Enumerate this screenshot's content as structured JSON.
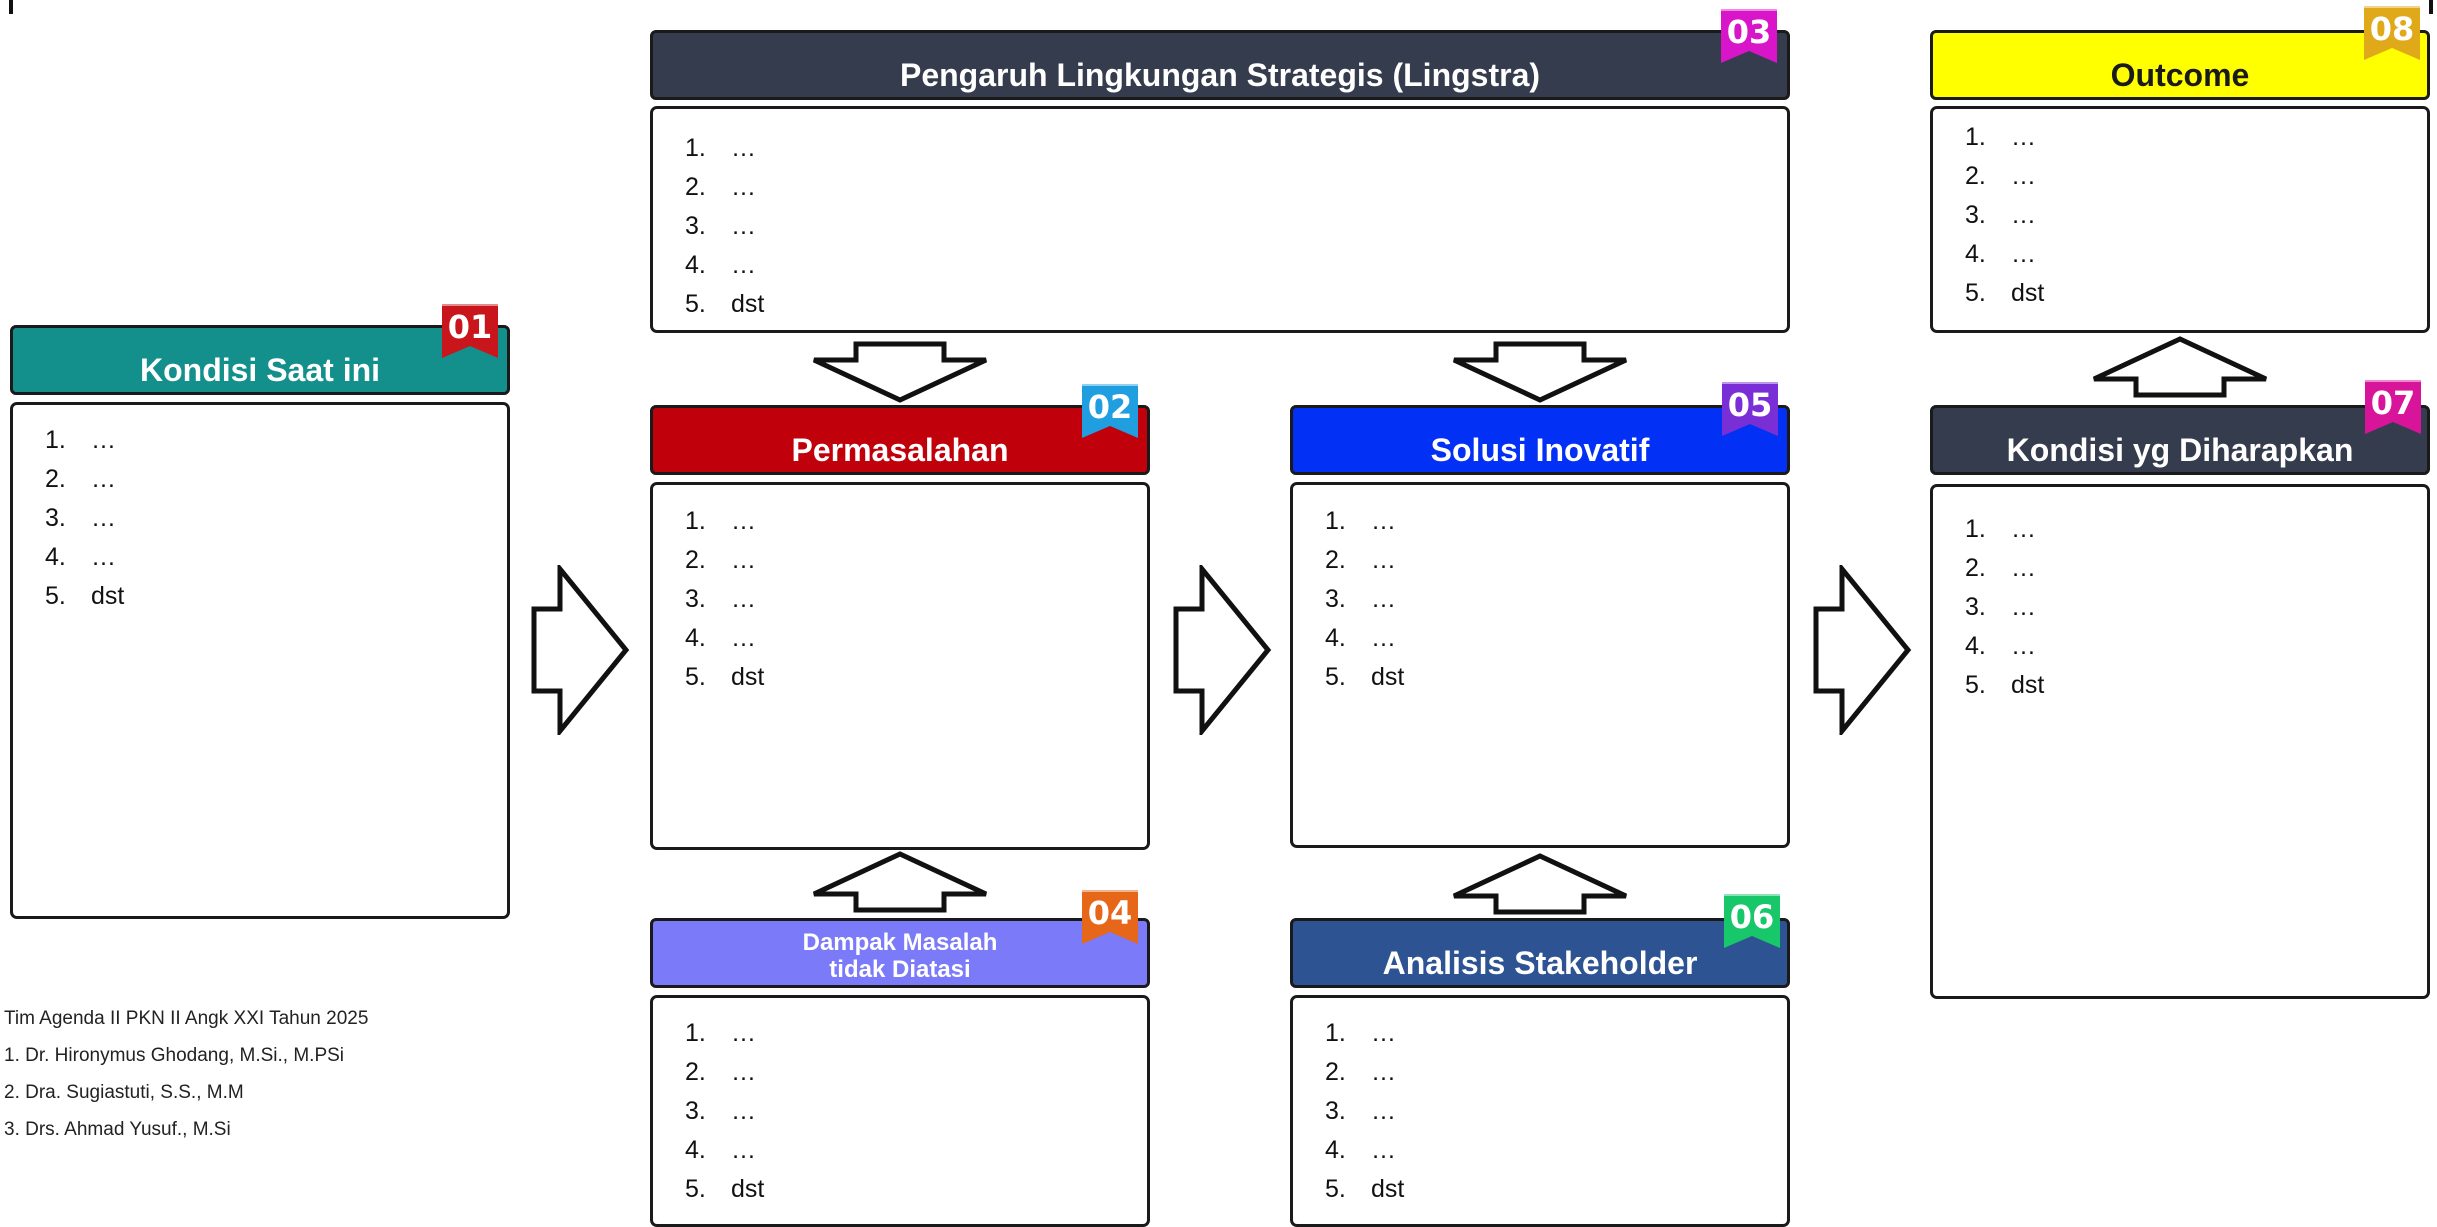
{
  "colors": {
    "kondisi": "#138f8c",
    "lingstra": "#353c4d",
    "permasalahan": "#c0000b",
    "solusi": "#0330f5",
    "dampak": "#7b7bfa",
    "stakeholder": "#2e5393",
    "kondisi_harapan": "#353c4d",
    "outcome": "#ffff00"
  },
  "sections": {
    "kondisi": {
      "title": "Kondisi Saat ini",
      "badge": "01",
      "badge_color": "#c9151c",
      "items": [
        {
          "num": "1.",
          "text": "…"
        },
        {
          "num": "2.",
          "text": "…"
        },
        {
          "num": "3.",
          "text": "…"
        },
        {
          "num": "4.",
          "text": "…"
        },
        {
          "num": "5.",
          "text": "dst"
        }
      ]
    },
    "permasalahan": {
      "title": "Permasalahan",
      "badge": "02",
      "badge_color": "#1f9ee0",
      "items": [
        {
          "num": "1.",
          "text": "…"
        },
        {
          "num": "2.",
          "text": "…"
        },
        {
          "num": "3.",
          "text": "…"
        },
        {
          "num": "4.",
          "text": "…"
        },
        {
          "num": "5.",
          "text": "dst"
        }
      ]
    },
    "lingstra": {
      "title": "Pengaruh Lingkungan Strategis (Lingstra)",
      "badge": "03",
      "badge_color": "#d815c9",
      "items": [
        {
          "num": "1.",
          "text": "…"
        },
        {
          "num": "2.",
          "text": "…"
        },
        {
          "num": "3.",
          "text": "…"
        },
        {
          "num": "4.",
          "text": "…"
        },
        {
          "num": "5.",
          "text": "dst"
        }
      ]
    },
    "dampak": {
      "title_line1": "Dampak Masalah",
      "title_line2": "tidak Diatasi",
      "badge": "04",
      "badge_color": "#e6661a",
      "items": [
        {
          "num": "1.",
          "text": "…"
        },
        {
          "num": "2.",
          "text": "…"
        },
        {
          "num": "3.",
          "text": "…"
        },
        {
          "num": "4.",
          "text": "…"
        },
        {
          "num": "5.",
          "text": "dst"
        }
      ]
    },
    "solusi": {
      "title": "Solusi Inovatif",
      "badge": "05",
      "badge_color": "#7a2fd6",
      "items": [
        {
          "num": "1.",
          "text": "…"
        },
        {
          "num": "2.",
          "text": "…"
        },
        {
          "num": "3.",
          "text": "…"
        },
        {
          "num": "4.",
          "text": "…"
        },
        {
          "num": "5.",
          "text": "dst"
        }
      ]
    },
    "stakeholder": {
      "title": "Analisis Stakeholder",
      "badge": "06",
      "badge_color": "#18c76a",
      "items": [
        {
          "num": "1.",
          "text": "…"
        },
        {
          "num": "2.",
          "text": "…"
        },
        {
          "num": "3.",
          "text": "…"
        },
        {
          "num": "4.",
          "text": "…"
        },
        {
          "num": "5.",
          "text": "dst"
        }
      ]
    },
    "kondisi_harapan": {
      "title": "Kondisi yg Diharapkan",
      "badge": "07",
      "badge_color": "#d8159a",
      "items": [
        {
          "num": "1.",
          "text": "…"
        },
        {
          "num": "2.",
          "text": "…"
        },
        {
          "num": "3.",
          "text": "…"
        },
        {
          "num": "4.",
          "text": "…"
        },
        {
          "num": "5.",
          "text": "dst"
        }
      ]
    },
    "outcome": {
      "title": "Outcome",
      "badge": "08",
      "badge_color": "#e0a91a",
      "items": [
        {
          "num": "1.",
          "text": "…"
        },
        {
          "num": "2.",
          "text": "…"
        },
        {
          "num": "3.",
          "text": "…"
        },
        {
          "num": "4.",
          "text": "…"
        },
        {
          "num": "5.",
          "text": "dst"
        }
      ]
    }
  },
  "credits": {
    "line0": "Tim Agenda II PKN II Angk XXI Tahun 2025",
    "line1": "1. Dr. Hironymus Ghodang, M.Si., M.PSi",
    "line2": "2. Dra. Sugiastuti, S.S., M.M",
    "line3": "3. Drs. Ahmad Yusuf., M.Si"
  }
}
